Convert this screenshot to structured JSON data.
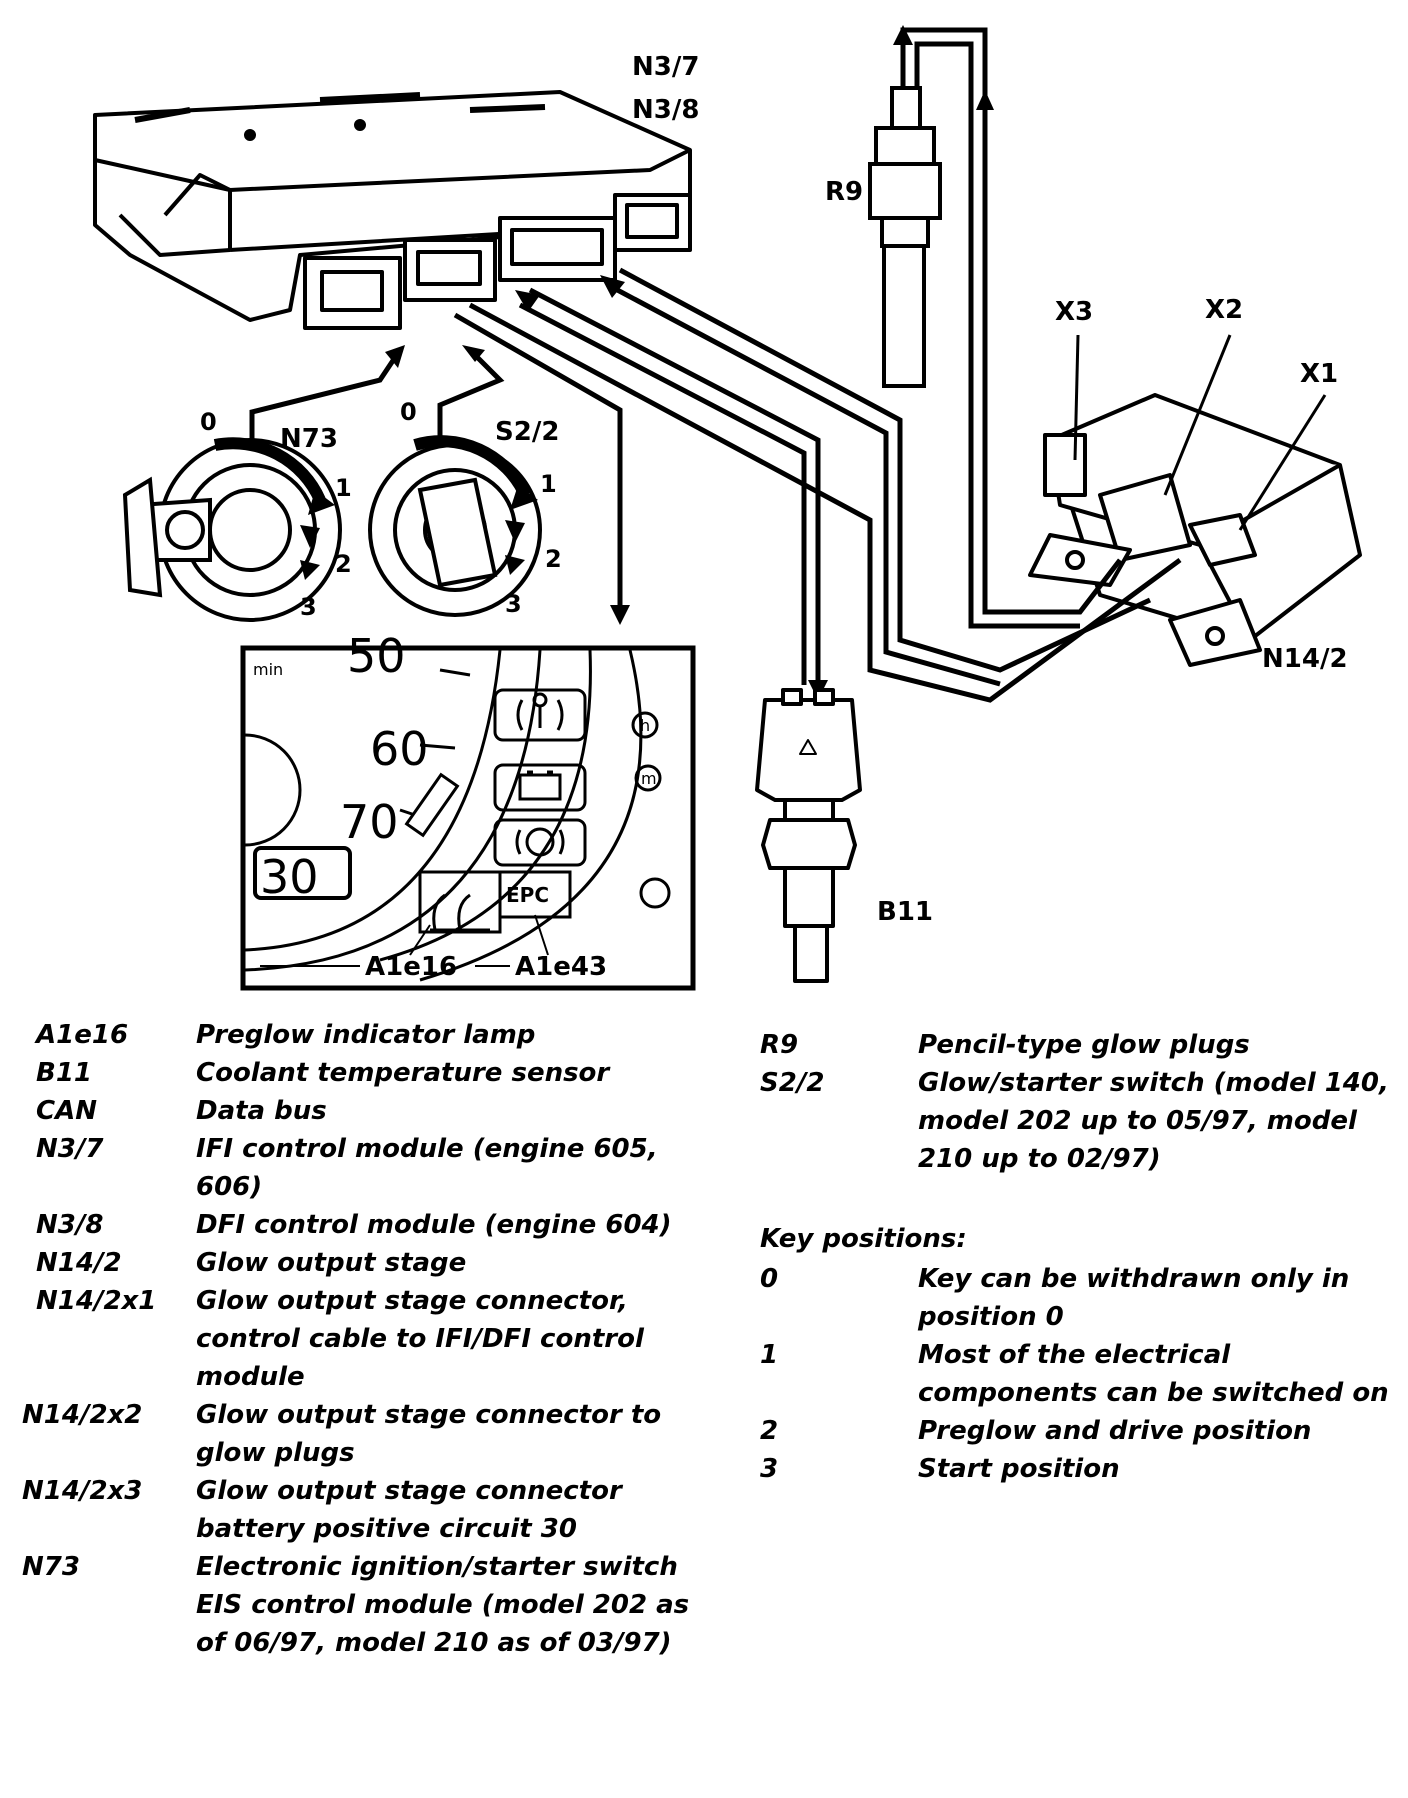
{
  "diagram_labels": {
    "n3_7": "N3/7",
    "n3_8": "N3/8",
    "r9": "R9",
    "x3": "X3",
    "x2": "X2",
    "x1": "X1",
    "n73": "N73",
    "s2_2": "S2/2",
    "n14_2": "N14/2",
    "b11": "B11",
    "a1e16": "A1e16",
    "a1e43": "A1e43"
  },
  "switch_positions": [
    "0",
    "1",
    "2",
    "3"
  ],
  "cluster": {
    "min": "min",
    "s50": "50",
    "s60": "60",
    "s70": "70",
    "box30": "30",
    "epc": "EPC",
    "h": "h",
    "m": "m"
  },
  "legend_left": [
    {
      "code": "A1e16",
      "desc": "Preglow indicator lamp"
    },
    {
      "code": "B11",
      "desc": "Coolant temperature sensor"
    },
    {
      "code": "CAN",
      "desc": "Data bus"
    },
    {
      "code": "N3/7",
      "desc": "IFI control module (engine 605, 606)"
    },
    {
      "code": "N3/8",
      "desc": "DFI control module (engine 604)"
    },
    {
      "code": "N14/2",
      "desc": "Glow output stage"
    },
    {
      "code": "N14/2x1",
      "desc": "Glow output stage connector, control cable to IFI/DFI control module"
    },
    {
      "code": "N14/2x2",
      "desc": "Glow output stage connector to glow plugs"
    },
    {
      "code": "N14/2x3",
      "desc": "Glow output stage connector battery positive circuit 30"
    },
    {
      "code": "N73",
      "desc": "Electronic ignition/starter switch EIS control module (model 202 as of 06/97, model 210 as of 03/97)"
    }
  ],
  "legend_right": [
    {
      "code": "R9",
      "desc": "Pencil-type glow plugs"
    },
    {
      "code": "S2/2",
      "desc": "Glow/starter switch (model 140, model 202 up to 05/97, model 210 up to 02/97)"
    }
  ],
  "key_positions_title": "Key positions:",
  "key_positions": [
    {
      "code": "0",
      "desc": "Key can be withdrawn only in position 0"
    },
    {
      "code": "1",
      "desc": "Most of the electrical components can be switched on"
    },
    {
      "code": "2",
      "desc": "Preglow and drive position"
    },
    {
      "code": "3",
      "desc": "Start position"
    }
  ]
}
